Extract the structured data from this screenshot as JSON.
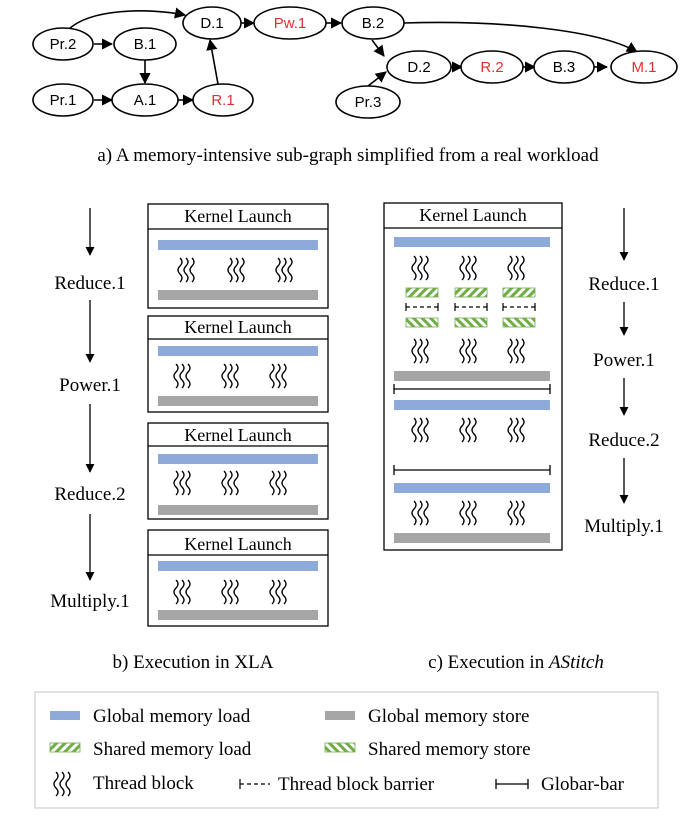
{
  "graph": {
    "nodes": [
      {
        "id": "pr2",
        "label": "Pr.2",
        "red": false
      },
      {
        "id": "b1",
        "label": "B.1",
        "red": false
      },
      {
        "id": "d1",
        "label": "D.1",
        "red": false
      },
      {
        "id": "pw1",
        "label": "Pw.1",
        "red": true
      },
      {
        "id": "b2",
        "label": "B.2",
        "red": false
      },
      {
        "id": "pr1",
        "label": "Pr.1",
        "red": false
      },
      {
        "id": "a1",
        "label": "A.1",
        "red": false
      },
      {
        "id": "r1",
        "label": "R.1",
        "red": true
      },
      {
        "id": "d2",
        "label": "D.2",
        "red": false
      },
      {
        "id": "r2",
        "label": "R.2",
        "red": true
      },
      {
        "id": "b3",
        "label": "B.3",
        "red": false
      },
      {
        "id": "m1",
        "label": "M.1",
        "red": true
      },
      {
        "id": "pr3",
        "label": "Pr.3",
        "red": false
      }
    ],
    "caption": "a) A memory-intensive sub-graph simplified from a real workload"
  },
  "xla": {
    "ops": [
      "Reduce.1",
      "Power.1",
      "Reduce.2",
      "Multiply.1"
    ],
    "kernel_label": "Kernel Launch",
    "caption": "b) Execution in XLA"
  },
  "astitch": {
    "ops": [
      "Reduce.1",
      "Power.1",
      "Reduce.2",
      "Multiply.1"
    ],
    "kernel_label": "Kernel Launch",
    "caption_prefix": "c) Execution in ",
    "caption_name": "AStitch"
  },
  "legend": {
    "global_load": "Global memory load",
    "global_store": "Global memory store",
    "shared_load": "Shared memory load",
    "shared_store": "Shared memory store",
    "thread_block": "Thread block",
    "tb_barrier": "Thread block barrier",
    "global_bar": "Globar-bar"
  },
  "colors": {
    "global_load": "#8eaadb",
    "global_store": "#a6a6a6",
    "shared": "#70ad47",
    "red_text": "#e03030"
  }
}
